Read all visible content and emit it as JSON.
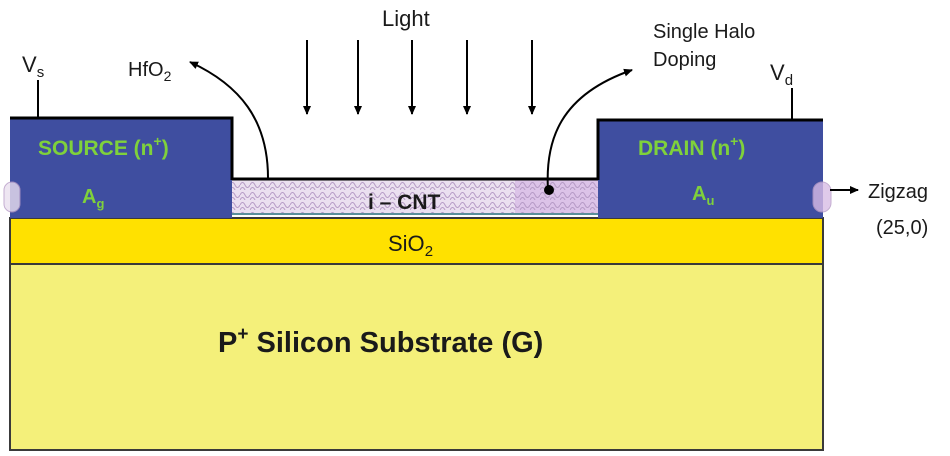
{
  "labels": {
    "light": "Light",
    "vs": "V",
    "vs_sub": "s",
    "vd": "V",
    "vd_sub": "d",
    "hfo2": "HfO",
    "hfo2_sub": "2",
    "halo_line1": "Single Halo",
    "halo_line2": "Doping",
    "source": "SOURCE (n",
    "source_sup": "+",
    "source_close": ")",
    "source_metal": "A",
    "source_metal_sub": "g",
    "drain": "DRAIN (n",
    "drain_sup": "+",
    "drain_close": ")",
    "drain_metal": "A",
    "drain_metal_sub": "u",
    "channel": "i – CNT",
    "oxide": "SiO",
    "oxide_sub": "2",
    "substrate_p": "P",
    "substrate_sup": "+",
    "substrate_rest": " Silicon Substrate (G)",
    "zigzag_line1": "Zigzag",
    "zigzag_line2": "(25,0)"
  },
  "colors": {
    "source_drain": "#3f4ea0",
    "oxide": "#ffe100",
    "substrate": "#f4f07a",
    "cnt": "#ebe0f0",
    "halo": "#d9bde6",
    "text_green": "#7fd13b"
  }
}
